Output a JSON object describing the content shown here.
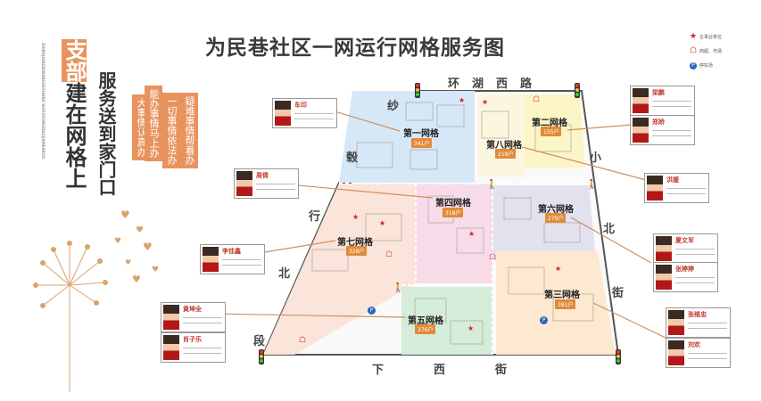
{
  "title": "为民巷社区一网运行网格服务图",
  "legend": [
    {
      "icon": "red-star-icon",
      "label": "企事业单位"
    },
    {
      "icon": "shop-icon",
      "label": "商超、市场"
    },
    {
      "icon": "parking-icon",
      "label": "停车场"
    }
  ],
  "slogan": {
    "main_a": "支部",
    "main_b": "建在网格上",
    "sub": "服务送到家门口",
    "pinyin": "ZHIBUJIANZAIWANGGESHANG  WUFUSONGDAOJIAMENKOU",
    "boxes": [
      "大事情认真办",
      "能办事情马上办",
      "一切事情依法办",
      "疑难事情帮着办"
    ]
  },
  "streets": {
    "north": [
      "环",
      "湖",
      "西",
      "路"
    ],
    "south": [
      "下",
      "西",
      "街"
    ],
    "east": [
      "小",
      "北",
      "街"
    ],
    "west": [
      "纱",
      "毂",
      "行",
      "北",
      "段"
    ]
  },
  "grids": [
    {
      "name": "第一网格",
      "households": "341户"
    },
    {
      "name": "第二网格",
      "households": "155户"
    },
    {
      "name": "第三网格",
      "households": "381户"
    },
    {
      "name": "第四网格",
      "households": "318户"
    },
    {
      "name": "第五网格",
      "households": "376户"
    },
    {
      "name": "第六网格",
      "households": "279户"
    },
    {
      "name": "第七网格",
      "households": "328户"
    },
    {
      "name": "第八网格",
      "households": "218户"
    }
  ],
  "people": [
    "车印",
    "周倩",
    "李佳鑫",
    "黄坤全",
    "肖子乐",
    "梁鹏",
    "郑娇",
    "洪媛",
    "夏文军",
    "张婷婷",
    "张维忠",
    "刘欢"
  ]
}
